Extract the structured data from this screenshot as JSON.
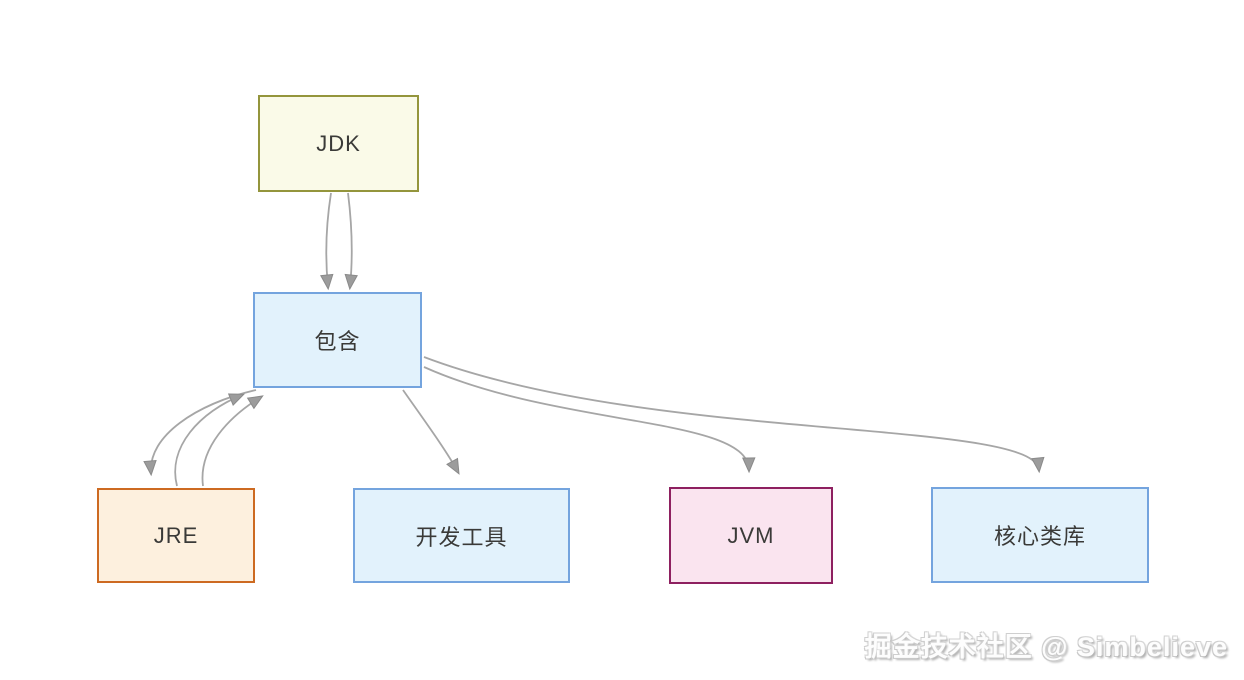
{
  "diagram": {
    "nodes": [
      {
        "id": "jdk",
        "label": "JDK",
        "fill": "#fafae8",
        "border": "#94953c"
      },
      {
        "id": "contains",
        "label": "包含",
        "fill": "#e2f2fc",
        "border": "#74a4de"
      },
      {
        "id": "jre",
        "label": "JRE",
        "fill": "#fdf0de",
        "border": "#cd6a21"
      },
      {
        "id": "devtools",
        "label": "开发工具",
        "fill": "#e2f2fc",
        "border": "#74a4de"
      },
      {
        "id": "jvm",
        "label": "JVM",
        "fill": "#fae4ef",
        "border": "#8e2060"
      },
      {
        "id": "corelib",
        "label": "核心类库",
        "fill": "#e2f2fc",
        "border": "#74a4de"
      }
    ],
    "edges": [
      {
        "from": "jdk",
        "to": "contains"
      },
      {
        "from": "jdk",
        "to": "contains"
      },
      {
        "from": "contains",
        "to": "jre"
      },
      {
        "from": "jre",
        "to": "contains"
      },
      {
        "from": "jre",
        "to": "contains"
      },
      {
        "from": "contains",
        "to": "devtools"
      },
      {
        "from": "contains",
        "to": "jvm"
      },
      {
        "from": "contains",
        "to": "corelib"
      }
    ],
    "arrow_color": "#9c9c9c",
    "line_color": "#a6a6a6"
  },
  "watermark": {
    "text": "掘金技术社区 @ Simbelieve"
  }
}
